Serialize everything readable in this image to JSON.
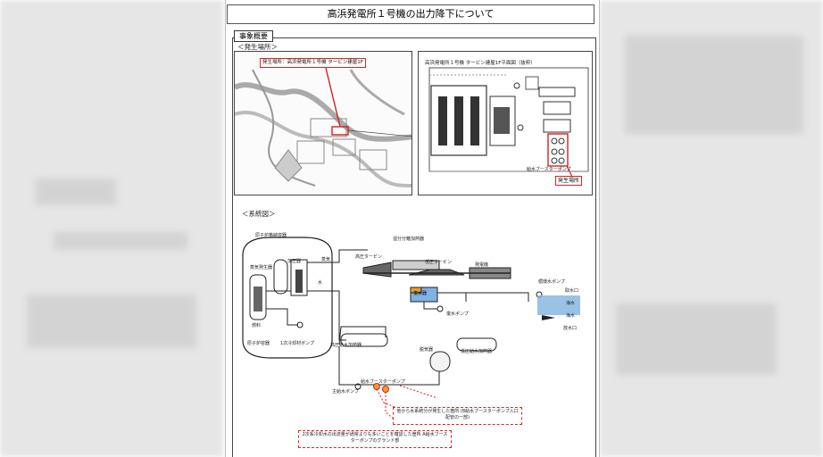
{
  "title": "高浜発電所１号機の出力降下について",
  "section": "事象概要",
  "location_heading": "＜発生場所＞",
  "location_box": "発生場所：高浜発電所１号機 タービン建屋1F",
  "plan_title": "高浜発電所１号機 タービン建屋1F平面図（抜粋）",
  "pump_caption": "給水ブースターポンプ",
  "location_tag": "発生場所",
  "system_heading": "＜系統図＞",
  "system": {
    "containment": "原子炉格納容器",
    "pressurizer": "加圧器",
    "steam_generator": "蒸気発生器",
    "fuel": "燃料",
    "reactor_vessel": "原子炉容器",
    "coolant_pump": "1次冷却材ポンプ",
    "steam": "蒸気",
    "hp_turbine": "高圧タービン",
    "moisture_separator": "湿分分離加熱器",
    "lp_turbine": "低圧タービン",
    "generator": "発電機",
    "condenser": "復水器",
    "condensate_pump": "復水ポンプ",
    "circ_pump": "循環水ポンプ",
    "intake": "取水口",
    "seawater": "海水",
    "outfall": "放水口",
    "hp_heater": "高圧給水加熱器",
    "deaerator": "脱気器",
    "lp_heater": "低圧給水加熱器",
    "feed_pump": "主給水ポンプ",
    "booster_pump": "給水ブースターポンプ",
    "water": "水"
  },
  "callout_upper": "他から水系統分が発生した箇所 (B給水ブースターポンプ入口配管の一部)",
  "callout_lower": "2次系冷却水の出流量が通常よりも多いことを確認した箇所 A給水ブースターポンプのグランド部",
  "colors": {
    "red": "#d22222",
    "water_blue": "#7fb3e0",
    "orange": "#f0a020"
  }
}
